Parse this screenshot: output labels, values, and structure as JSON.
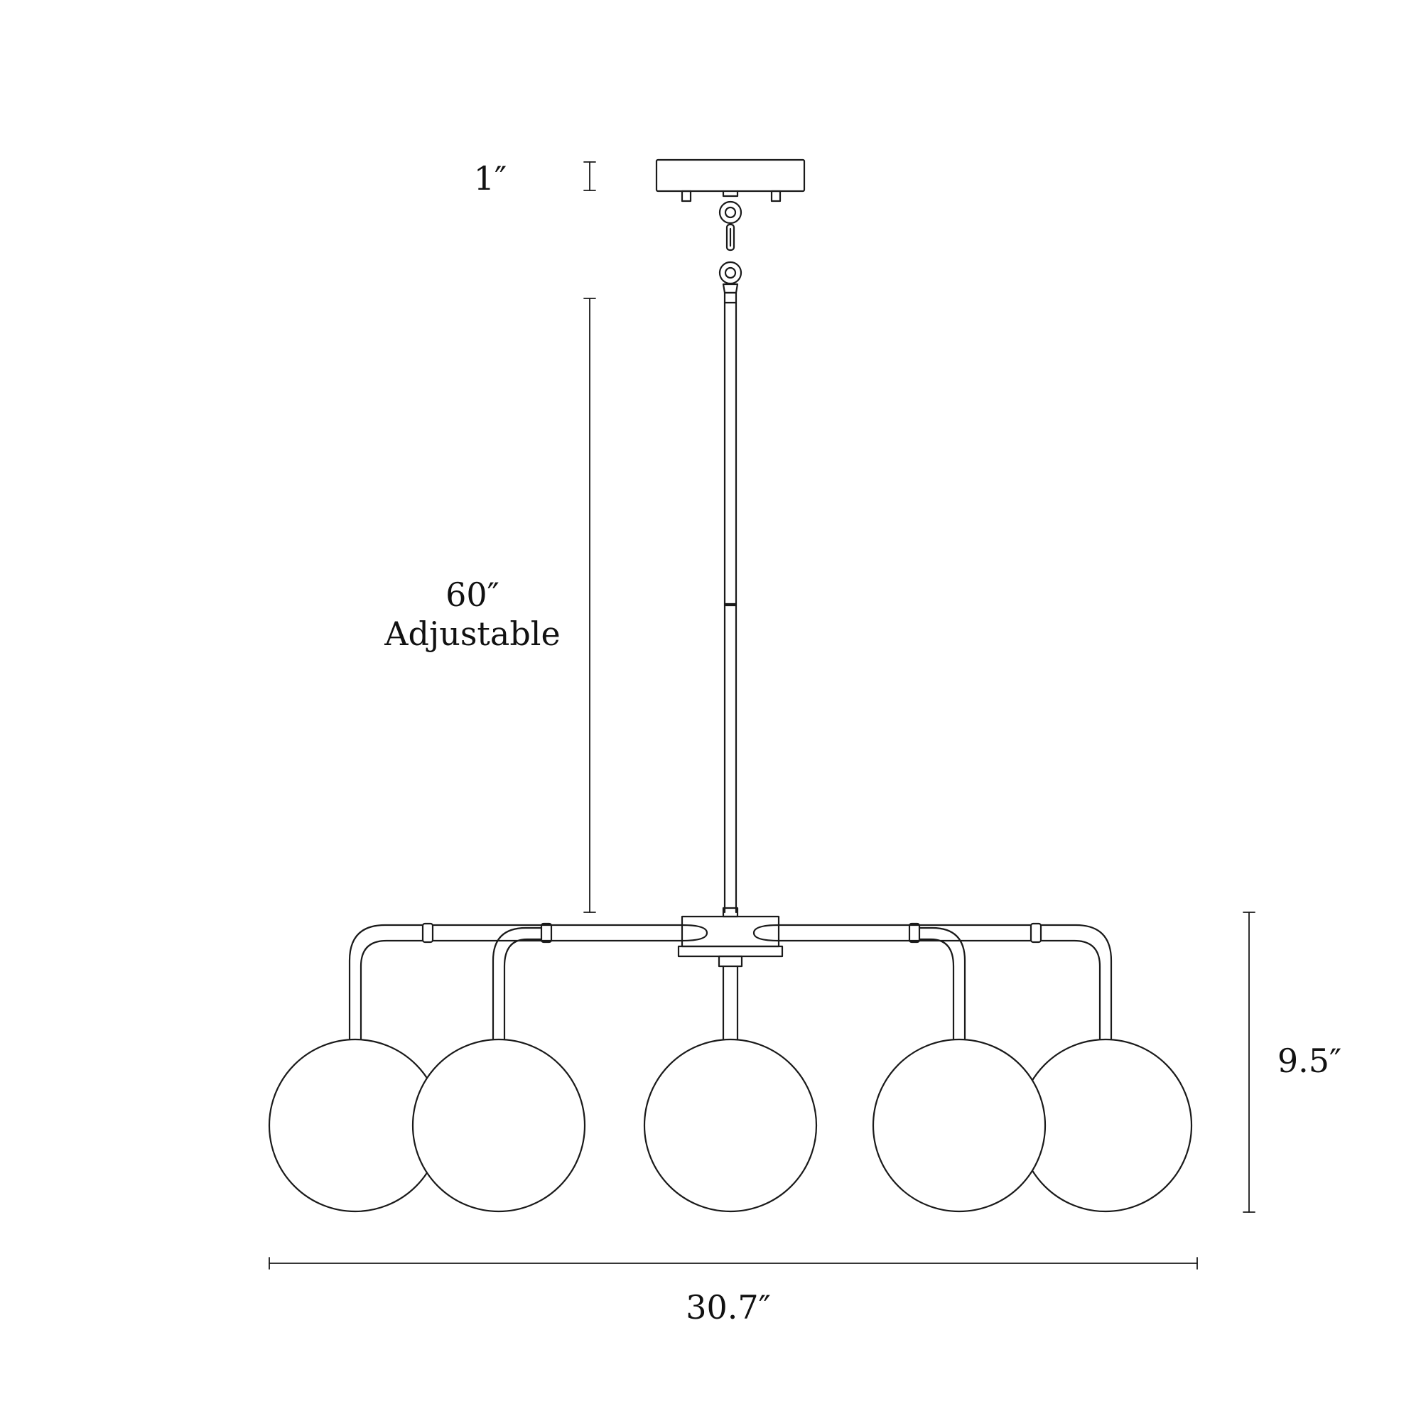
{
  "dimensions": {
    "canopy_height": "1″",
    "drop_length": "60″",
    "drop_note": "Adjustable",
    "fixture_height": "9.5″",
    "fixture_width": "30.7″"
  },
  "colors": {
    "line": "#1a1a1a",
    "background": "#ffffff"
  }
}
